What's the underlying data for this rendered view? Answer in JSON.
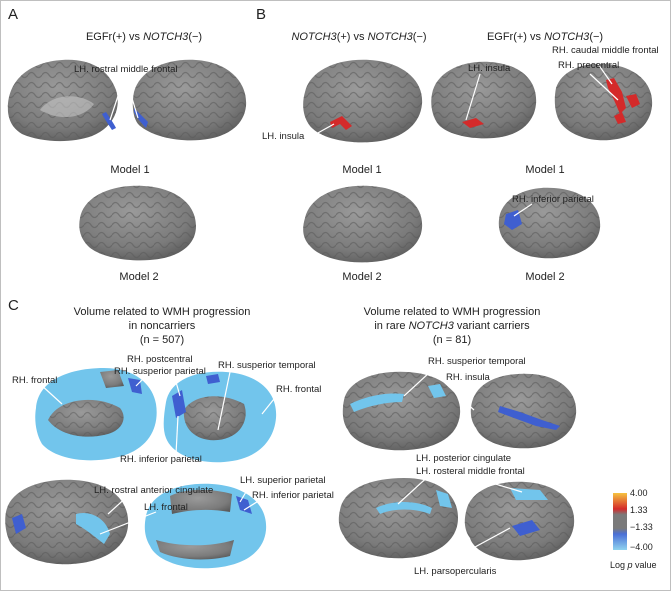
{
  "panels": {
    "a": {
      "letter": "A",
      "title_pre": "EGFr(+) vs ",
      "title_gene": "NOTCH3",
      "title_post": "(−)",
      "label_lh_rostral_middle_frontal": "LH. rostral middle frontal",
      "model1": "Model 1",
      "model2": "Model 2"
    },
    "b": {
      "letter": "B",
      "left_title_gene1": "NOTCH3",
      "left_title_mid": "(+) vs ",
      "left_title_gene2": "NOTCH3",
      "left_title_post": "(−)",
      "right_title_pre": "EGFr(+) vs ",
      "right_title_gene": "NOTCH3",
      "right_title_post": "(−)",
      "label_lh_insula_left": "LH. insula",
      "label_lh_insula_right": "LH. insula",
      "label_rh_caudal_middle_frontal": "RH. caudal middle frontal",
      "label_rh_precentral": "RH. precentral",
      "label_rh_inferior_parietal": "RH. inferior parietal",
      "model1_left": "Model 1",
      "model1_right": "Model 1",
      "model2_left": "Model 2",
      "model2_right": "Model 2"
    },
    "c": {
      "letter": "C",
      "left_title_line1": "Volume related to WMH progression",
      "left_title_line2": "in noncarriers",
      "left_title_line3": "(n = 507)",
      "right_title_line1": "Volume related to WMH progression",
      "right_title_line2_pre": "in rare ",
      "right_title_line2_gene": "NOTCH3",
      "right_title_line2_post": " variant carriers",
      "right_title_line3": "(n = 81)",
      "labels": {
        "rh_frontal_left": "RH. frontal",
        "rh_postcentral": "RH. postcentral",
        "rh_susperior_parietal": "RH. susperior parietal",
        "rh_susperior_temporal_left": "RH. susperior temporal",
        "rh_frontal_right": "RH. frontal",
        "rh_inferior_parietal_top": "RH. inferior parietal",
        "lh_rostral_anterior_cingulate": "LH. rostral anterior cingulate",
        "lh_superior_parietal": "LH. superior parietal",
        "rh_inferior_parietal_bottom": "RH. inferior parietal",
        "lh_frontal": "LH. frontal",
        "rh_susperior_temporal_right": "RH. susperior temporal",
        "rh_insula": "RH. insula",
        "lh_posterior_cingulate": "LH. posterior cingulate",
        "lh_rosteral_middle_frontal": "LH. rosteral middle frontal",
        "lh_parsopercularis": "LH. parsopercularis"
      }
    }
  },
  "legend": {
    "ticks": [
      "4.00",
      "1.33",
      "−1.33",
      "−4.00"
    ],
    "label_pre": "Log ",
    "label_var": "p",
    "label_post": " value",
    "colors": {
      "high": "#f6c340",
      "pos": "#d42a2a",
      "neutral": "#7a7a7a",
      "neg": "#4a6fd6",
      "low": "#8fd3ef"
    }
  }
}
